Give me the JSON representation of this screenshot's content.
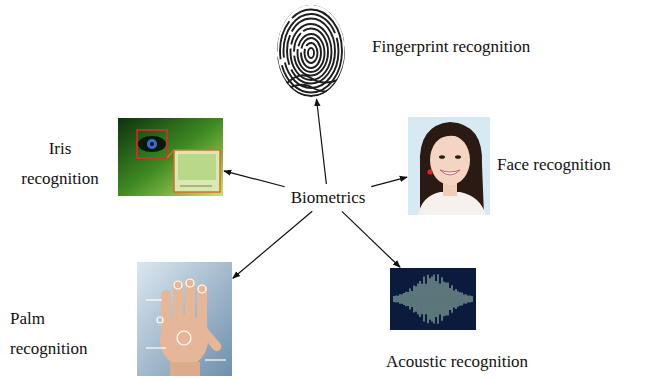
{
  "diagram": {
    "nodes": [
      {
        "text": [
          "Fingerprint recognition"
        ]
      },
      {
        "text": [
          "Iris recognition"
        ]
      },
      {
        "text": [
          "Biometrics"
        ]
      },
      {
        "text": [
          "Face recognition"
        ]
      },
      {
        "text": [
          "Palm recognition"
        ]
      },
      {
        "text": [
          "Acoustic recognition"
        ]
      }
    ],
    "edges": [
      {
        "from": 2,
        "to": 0,
        "arrow": "to"
      },
      {
        "from": 2,
        "to": 1,
        "arrow": "to"
      },
      {
        "from": 2,
        "to": 3,
        "arrow": "to"
      },
      {
        "from": 2,
        "to": 4,
        "arrow": "to"
      },
      {
        "from": 2,
        "to": 5,
        "arrow": "to"
      }
    ]
  }
}
